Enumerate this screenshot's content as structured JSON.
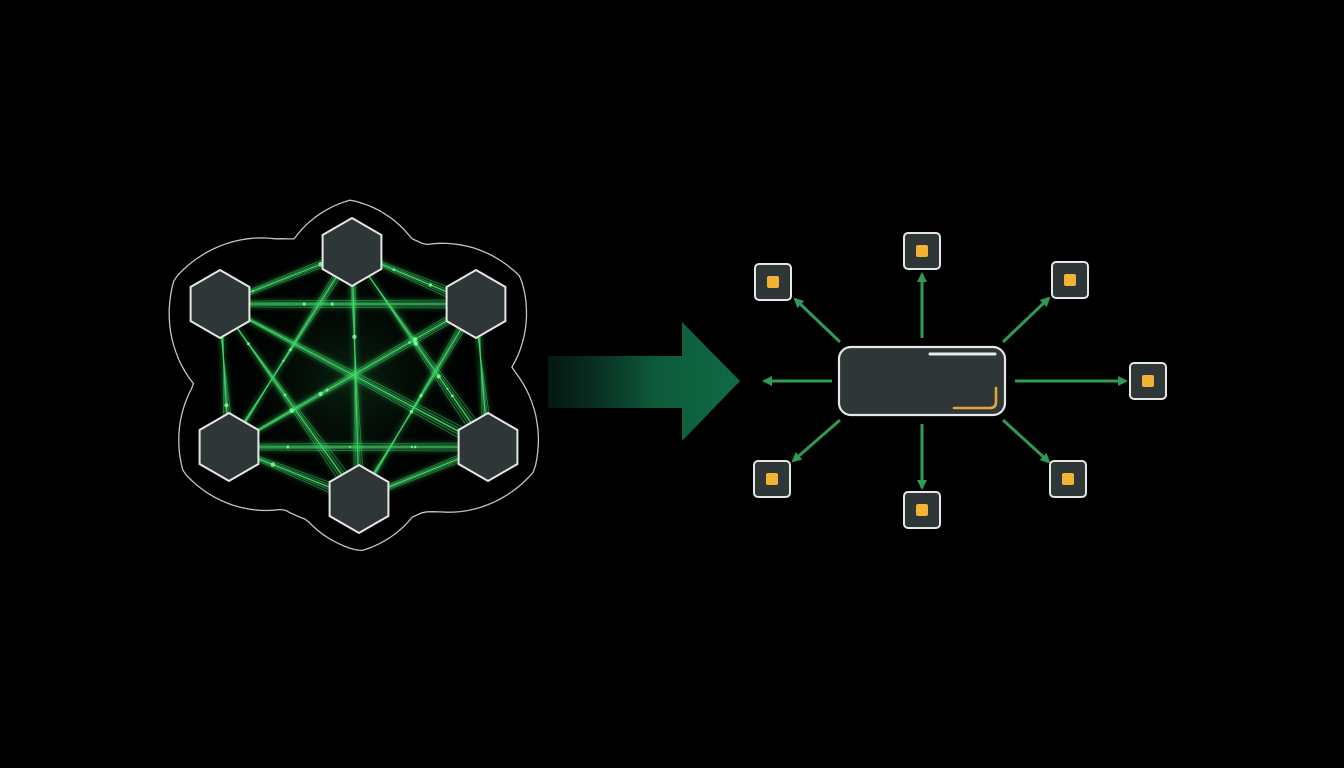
{
  "colors": {
    "background": "#000000",
    "mesh_line": "#3fd96a",
    "node_fill": "#2f3638",
    "node_stroke": "#e6e6e6",
    "outline": "#d8d8d8",
    "transition_arrow": "#0f6b45",
    "spoke_arrow": "#2f9a55",
    "leaf_dot": "#f2b233",
    "hub_accent_light": "#e9e9e9",
    "hub_accent_gold": "#e0a83a"
  },
  "diagram": {
    "left_panel": {
      "topology": "full-mesh",
      "node_shape": "hexagon",
      "node_count": 6
    },
    "transition": {
      "icon": "right-arrow-icon"
    },
    "right_panel": {
      "topology": "hub-and-spoke",
      "hub_shape": "rounded-rectangle",
      "leaf_shape": "square",
      "leaf_count": 8
    }
  }
}
